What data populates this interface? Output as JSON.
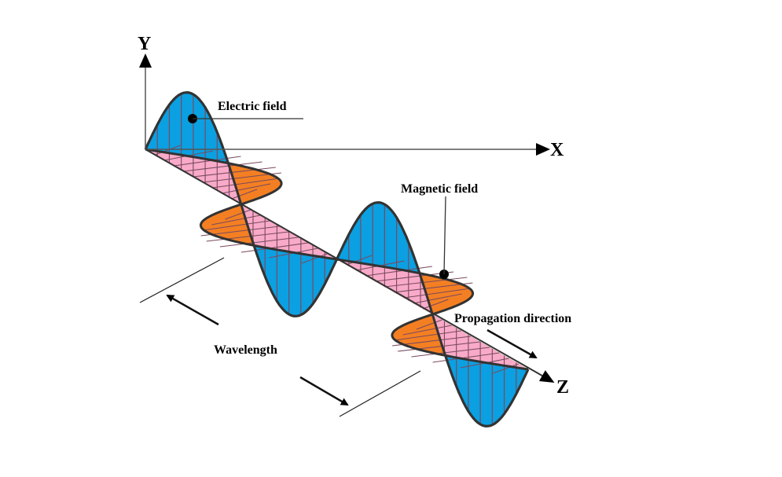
{
  "diagram": {
    "title_axes": {
      "y": "Y",
      "x": "X",
      "z": "Z"
    },
    "labels": {
      "electric_field": "Electric field",
      "magnetic_field": "Magnetic field",
      "propagation_direction": "Propagation direction",
      "wavelength": "Wavelength"
    },
    "colors": {
      "electric": "#0aa0e2",
      "magnetic": "#f47f22",
      "overlap": "#f8aac8",
      "hatch": "#7a4a5e",
      "outline": "#333333"
    },
    "half_cycles": 4
  }
}
